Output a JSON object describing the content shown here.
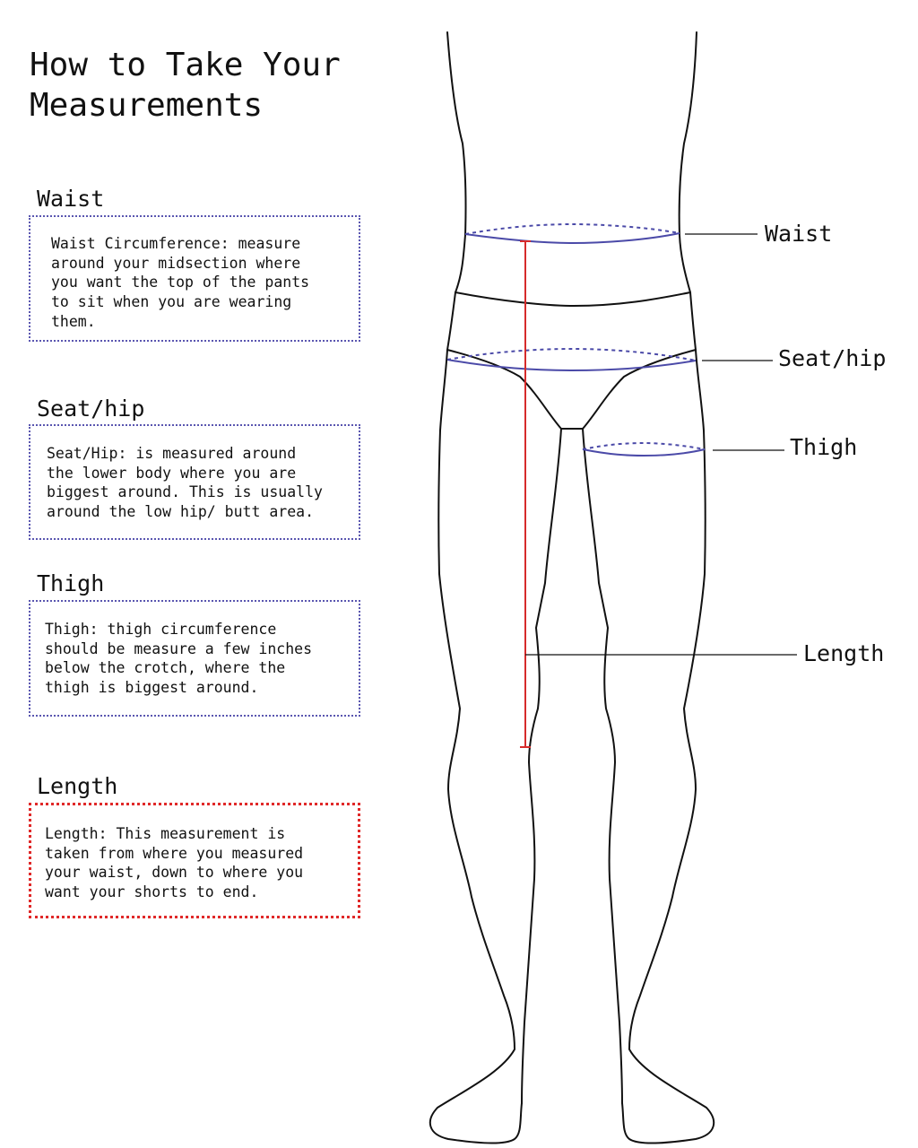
{
  "title": "How to Take Your Measurements",
  "sections": [
    {
      "heading": "Waist",
      "body": "Waist Circumference: measure\naround your midsection where\nyou want the top of the pants\nto sit when you are wearing\nthem."
    },
    {
      "heading": "Seat/hip",
      "body": "Seat/Hip: is measured around\nthe lower body where  you are\nbiggest around. This is usually\naround the low hip/ butt area."
    },
    {
      "heading": "Thigh",
      "body": "Thigh: thigh circumference\nshould be measure a few inches\nbelow the crotch, where the\nthigh is biggest around."
    },
    {
      "heading": "Length",
      "body": "Length: This measurement is\ntaken from where you measured\nyour waist, down to where you\nwant your shorts to end."
    }
  ],
  "callouts": {
    "waist": "Waist",
    "seat": "Seat/hip",
    "thigh": "Thigh",
    "length": "Length"
  },
  "colors": {
    "measure_line": "#4b4aa8",
    "length_line": "#d62b2b",
    "outline": "#111111",
    "box_border": "#5a56b0",
    "accent_border": "#e02828"
  }
}
